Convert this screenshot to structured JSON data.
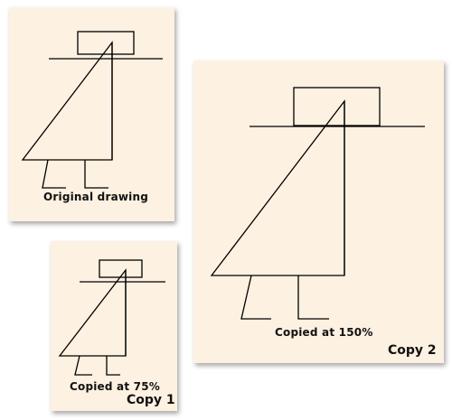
{
  "original": {
    "caption": "Original drawing"
  },
  "copy1": {
    "caption": "Copied at 75%",
    "label": "Copy 1"
  },
  "copy2": {
    "caption": "Copied at 150%",
    "label": "Copy 2"
  },
  "colors": {
    "paper": "#fdf1e1",
    "ink": "#000000"
  }
}
